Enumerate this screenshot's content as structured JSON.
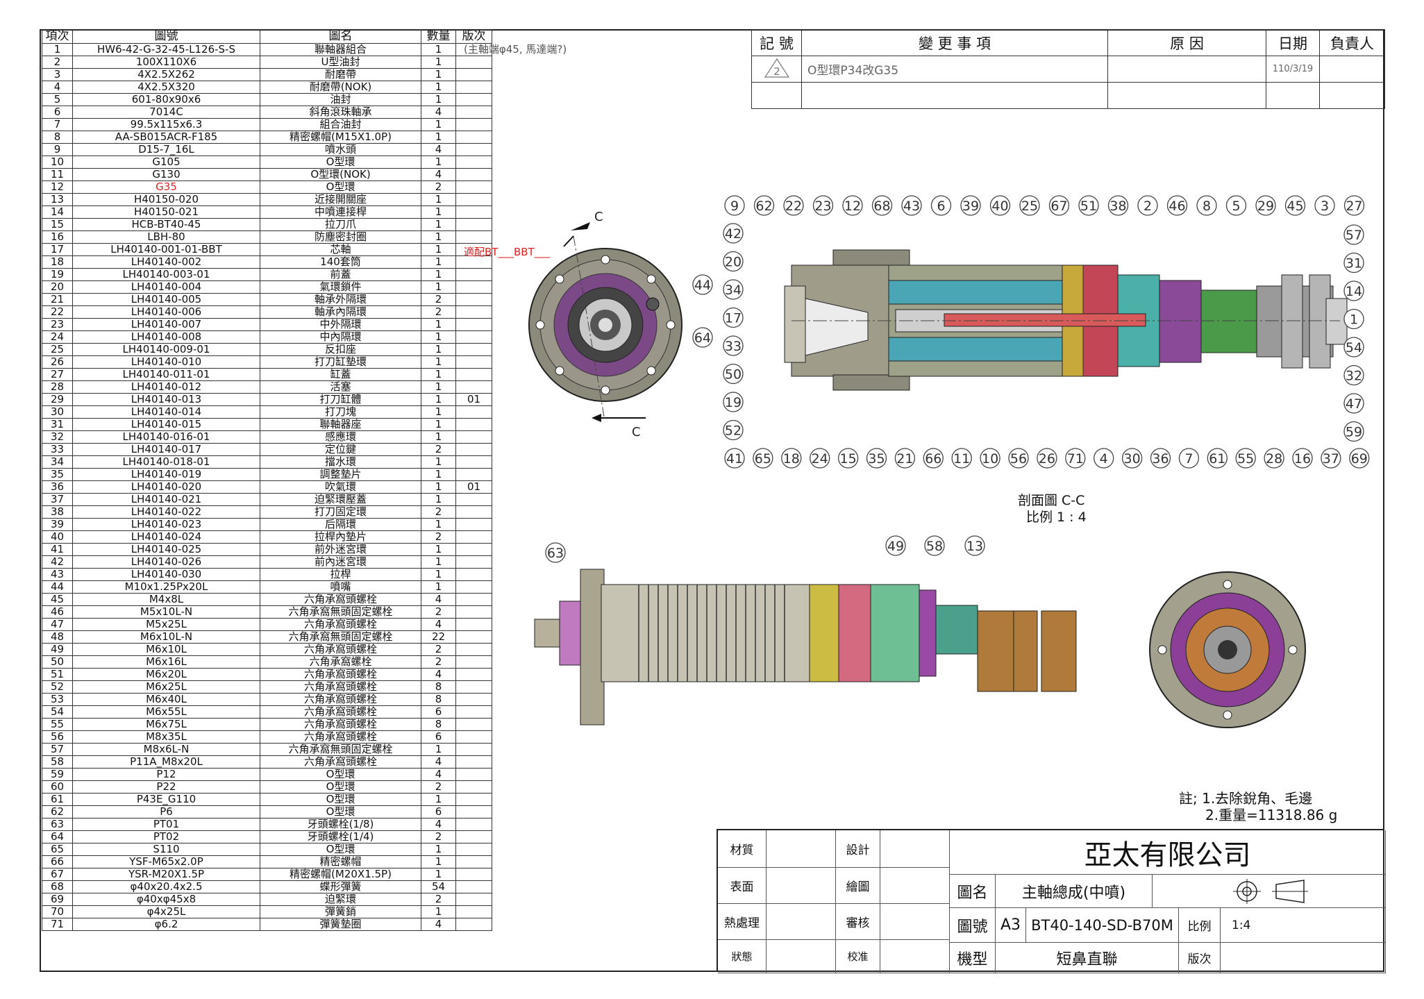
{
  "bom": {
    "headers": [
      "項次",
      "圖號",
      "圖名",
      "數量",
      "版次"
    ],
    "rows": [
      [
        "1",
        "HW6-42-G-32-45-L126-S-S",
        "聯軸器組合",
        "1",
        ""
      ],
      [
        "2",
        "100X110X6",
        "U型油封",
        "1",
        ""
      ],
      [
        "3",
        "4X2.5X262",
        "耐磨帶",
        "1",
        ""
      ],
      [
        "4",
        "4X2.5X320",
        "耐磨帶(NOK)",
        "1",
        ""
      ],
      [
        "5",
        "601-80x90x6",
        "油封",
        "1",
        ""
      ],
      [
        "6",
        "7014C",
        "斜角滾珠軸承",
        "4",
        ""
      ],
      [
        "7",
        "99.5x115x6.3",
        "組合油封",
        "1",
        ""
      ],
      [
        "8",
        "AA-SB015ACR-F185",
        "精密螺帽(M15X1.0P)",
        "1",
        ""
      ],
      [
        "9",
        "D15-7_16L",
        "噴水頭",
        "4",
        ""
      ],
      [
        "10",
        "G105",
        "O型環",
        "1",
        ""
      ],
      [
        "11",
        "G130",
        "O型環(NOK)",
        "4",
        ""
      ],
      [
        "12",
        "G35",
        "O型環",
        "2",
        ""
      ],
      [
        "13",
        "H40150-020",
        "近接開關座",
        "1",
        ""
      ],
      [
        "14",
        "H40150-021",
        "中噴連接桿",
        "1",
        ""
      ],
      [
        "15",
        "HCB-BT40-45",
        "拉刀爪",
        "1",
        ""
      ],
      [
        "16",
        "LBH-80",
        "防塵密封圈",
        "1",
        ""
      ],
      [
        "17",
        "LH40140-001-01-BBT",
        "芯軸",
        "1",
        ""
      ],
      [
        "18",
        "LH40140-002",
        "140套筒",
        "1",
        ""
      ],
      [
        "19",
        "LH40140-003-01",
        "前蓋",
        "1",
        ""
      ],
      [
        "20",
        "LH40140-004",
        "氣環鎖件",
        "1",
        ""
      ],
      [
        "21",
        "LH40140-005",
        "軸承外隔環",
        "2",
        ""
      ],
      [
        "22",
        "LH40140-006",
        "軸承內隔環",
        "2",
        ""
      ],
      [
        "23",
        "LH40140-007",
        "中外隔環",
        "1",
        ""
      ],
      [
        "24",
        "LH40140-008",
        "中內隔環",
        "1",
        ""
      ],
      [
        "25",
        "LH40140-009-01",
        "反扣座",
        "1",
        ""
      ],
      [
        "26",
        "LH40140-010",
        "打刀缸墊環",
        "1",
        ""
      ],
      [
        "27",
        "LH40140-011-01",
        "缸蓋",
        "1",
        ""
      ],
      [
        "28",
        "LH40140-012",
        "活塞",
        "1",
        ""
      ],
      [
        "29",
        "LH40140-013",
        "打刀缸體",
        "1",
        "01"
      ],
      [
        "30",
        "LH40140-014",
        "打刀塊",
        "1",
        ""
      ],
      [
        "31",
        "LH40140-015",
        "聯軸器座",
        "1",
        ""
      ],
      [
        "32",
        "LH40140-016-01",
        "感應環",
        "1",
        ""
      ],
      [
        "33",
        "LH40140-017",
        "定位鍵",
        "2",
        ""
      ],
      [
        "34",
        "LH40140-018-01",
        "擋水環",
        "1",
        ""
      ],
      [
        "35",
        "LH40140-019",
        "調整墊片",
        "1",
        ""
      ],
      [
        "36",
        "LH40140-020",
        "吹氣環",
        "1",
        "01"
      ],
      [
        "37",
        "LH40140-021",
        "迫緊環壓蓋",
        "1",
        ""
      ],
      [
        "38",
        "LH40140-022",
        "打刀固定環",
        "2",
        ""
      ],
      [
        "39",
        "LH40140-023",
        "后隔環",
        "1",
        ""
      ],
      [
        "40",
        "LH40140-024",
        "拉桿內墊片",
        "2",
        ""
      ],
      [
        "41",
        "LH40140-025",
        "前外迷宮環",
        "1",
        ""
      ],
      [
        "42",
        "LH40140-026",
        "前內迷宮環",
        "1",
        ""
      ],
      [
        "43",
        "LH40140-030",
        "拉桿",
        "1",
        ""
      ],
      [
        "44",
        "M10x1.25Px20L",
        "噴嘴",
        "1",
        ""
      ],
      [
        "45",
        "M4x8L",
        "六角承窩頭螺栓",
        "4",
        ""
      ],
      [
        "46",
        "M5x10L-N",
        "六角承窩無頭固定螺栓",
        "2",
        ""
      ],
      [
        "47",
        "M5x25L",
        "六角承窩頭螺栓",
        "4",
        ""
      ],
      [
        "48",
        "M6x10L-N",
        "六角承窩無頭固定螺栓",
        "22",
        ""
      ],
      [
        "49",
        "M6x10L",
        "六角承窩頭螺栓",
        "2",
        ""
      ],
      [
        "50",
        "M6x16L",
        "六角承窩螺栓",
        "2",
        ""
      ],
      [
        "51",
        "M6x20L",
        "六角承窩頭螺栓",
        "4",
        ""
      ],
      [
        "52",
        "M6x25L",
        "六角承窩頭螺栓",
        "8",
        ""
      ],
      [
        "53",
        "M6x40L",
        "六角承窩頭螺栓",
        "8",
        ""
      ],
      [
        "54",
        "M6x55L",
        "六角承窩頭螺栓",
        "6",
        ""
      ],
      [
        "55",
        "M6x75L",
        "六角承窩頭螺栓",
        "8",
        ""
      ],
      [
        "56",
        "M8x35L",
        "六角承窩頭螺栓",
        "6",
        ""
      ],
      [
        "57",
        "M8x6L-N",
        "六角承窩無頭固定螺栓",
        "1",
        ""
      ],
      [
        "58",
        "P11A_M8x20L",
        "六角承窩頭螺栓",
        "4",
        ""
      ],
      [
        "59",
        "P12",
        "O型環",
        "4",
        ""
      ],
      [
        "60",
        "P22",
        "O型環",
        "2",
        ""
      ],
      [
        "61",
        "P43E_G110",
        "O型環",
        "1",
        ""
      ],
      [
        "62",
        "P6",
        "O型環",
        "6",
        ""
      ],
      [
        "63",
        "PT01",
        "牙頭螺栓(1/8)",
        "4",
        ""
      ],
      [
        "64",
        "PT02",
        "牙頭螺栓(1/4)",
        "2",
        ""
      ],
      [
        "65",
        "S110",
        "O型環",
        "1",
        ""
      ],
      [
        "66",
        "YSF-M65x2.0P",
        "精密螺帽",
        "1",
        ""
      ],
      [
        "67",
        "YSR-M20X1.5P",
        "精密螺帽(M20X1.5P)",
        "1",
        ""
      ],
      [
        "68",
        "φ40x20.4x2.5",
        "蝶形彈簧",
        "54",
        ""
      ],
      [
        "69",
        "φ40xφ45x8",
        "迫緊環",
        "2",
        ""
      ],
      [
        "70",
        "φ4x25L",
        "彈簧銷",
        "1",
        ""
      ],
      [
        "71",
        "φ6.2",
        "彈簧墊圈",
        "4",
        ""
      ]
    ]
  },
  "revision": {
    "headers": [
      "記 號",
      "變 更 事 項",
      "原  因",
      "日期",
      "負責人"
    ],
    "entry": {
      "mark": "2",
      "change": "O型環P34改G35",
      "reason": "",
      "date": "110/3/19",
      "owner": ""
    }
  },
  "annotations": {
    "note_spindle_end": "(主軸端φ45, 馬達端?)",
    "fit_note": "適配BT___BBT___",
    "section_letter": "C",
    "section_title": "剖面圖 C-C",
    "section_scale": "比例 1 : 4",
    "notes_line1": "註; 1.去除銳角、毛邊",
    "notes_line2": "2.重量=11318.86 g"
  },
  "balloons": {
    "top_row": [
      "9",
      "62",
      "22",
      "23",
      "12",
      "68",
      "43",
      "6",
      "39",
      "40",
      "25",
      "67",
      "51",
      "38",
      "2",
      "46",
      "8",
      "5",
      "29",
      "45",
      "3",
      "27"
    ],
    "bottom_row": [
      "41",
      "65",
      "18",
      "24",
      "15",
      "35",
      "21",
      "66",
      "11",
      "10",
      "56",
      "26",
      "71",
      "4",
      "30",
      "36",
      "7",
      "61",
      "55",
      "28",
      "16",
      "37",
      "69"
    ],
    "left_col": [
      "42",
      "20",
      "34",
      "17",
      "33",
      "50",
      "19",
      "52"
    ],
    "right_col": [
      "57",
      "31",
      "14",
      "1",
      "54",
      "32",
      "47",
      "59"
    ],
    "end_view": [
      "44",
      "64"
    ],
    "side_view": [
      "63",
      "49",
      "58",
      "13"
    ]
  },
  "title_block": {
    "material_label": "材質",
    "surface_label": "表面",
    "heat_label": "熱處理",
    "status_label": "狀態",
    "design_label": "設計",
    "draw_label": "繪圖",
    "review_label": "審核",
    "approve_label": "校准",
    "company": "亞太有限公司",
    "name_label": "圖名",
    "name_value": "主軸總成(中噴)",
    "number_label": "圖號",
    "size": "A3",
    "number_value": "BT40-140-SD-B70M",
    "scale_label": "比例",
    "scale_value": "1:4",
    "model_label": "機型",
    "model_value": "短鼻直聯",
    "version_label": "版次"
  }
}
